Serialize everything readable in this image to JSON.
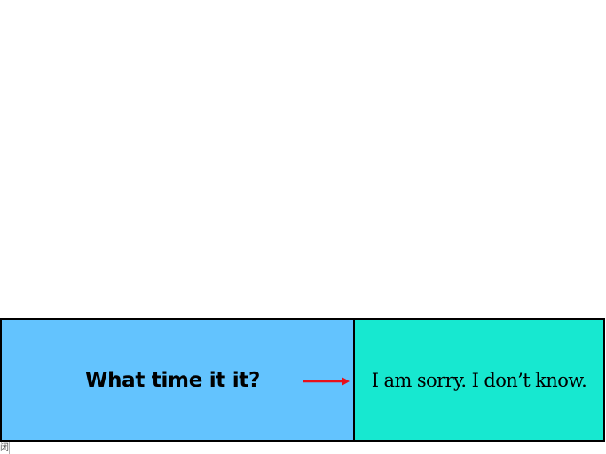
{
  "question": {
    "text": "What time it it?",
    "background": "#63c3fe"
  },
  "answer": {
    "text": "I am sorry. I don’t know.",
    "background": "#17e8d0"
  },
  "arrow": {
    "icon": "arrow-right-icon",
    "color": "#e8101a"
  },
  "corner": {
    "glyph": "闭"
  }
}
